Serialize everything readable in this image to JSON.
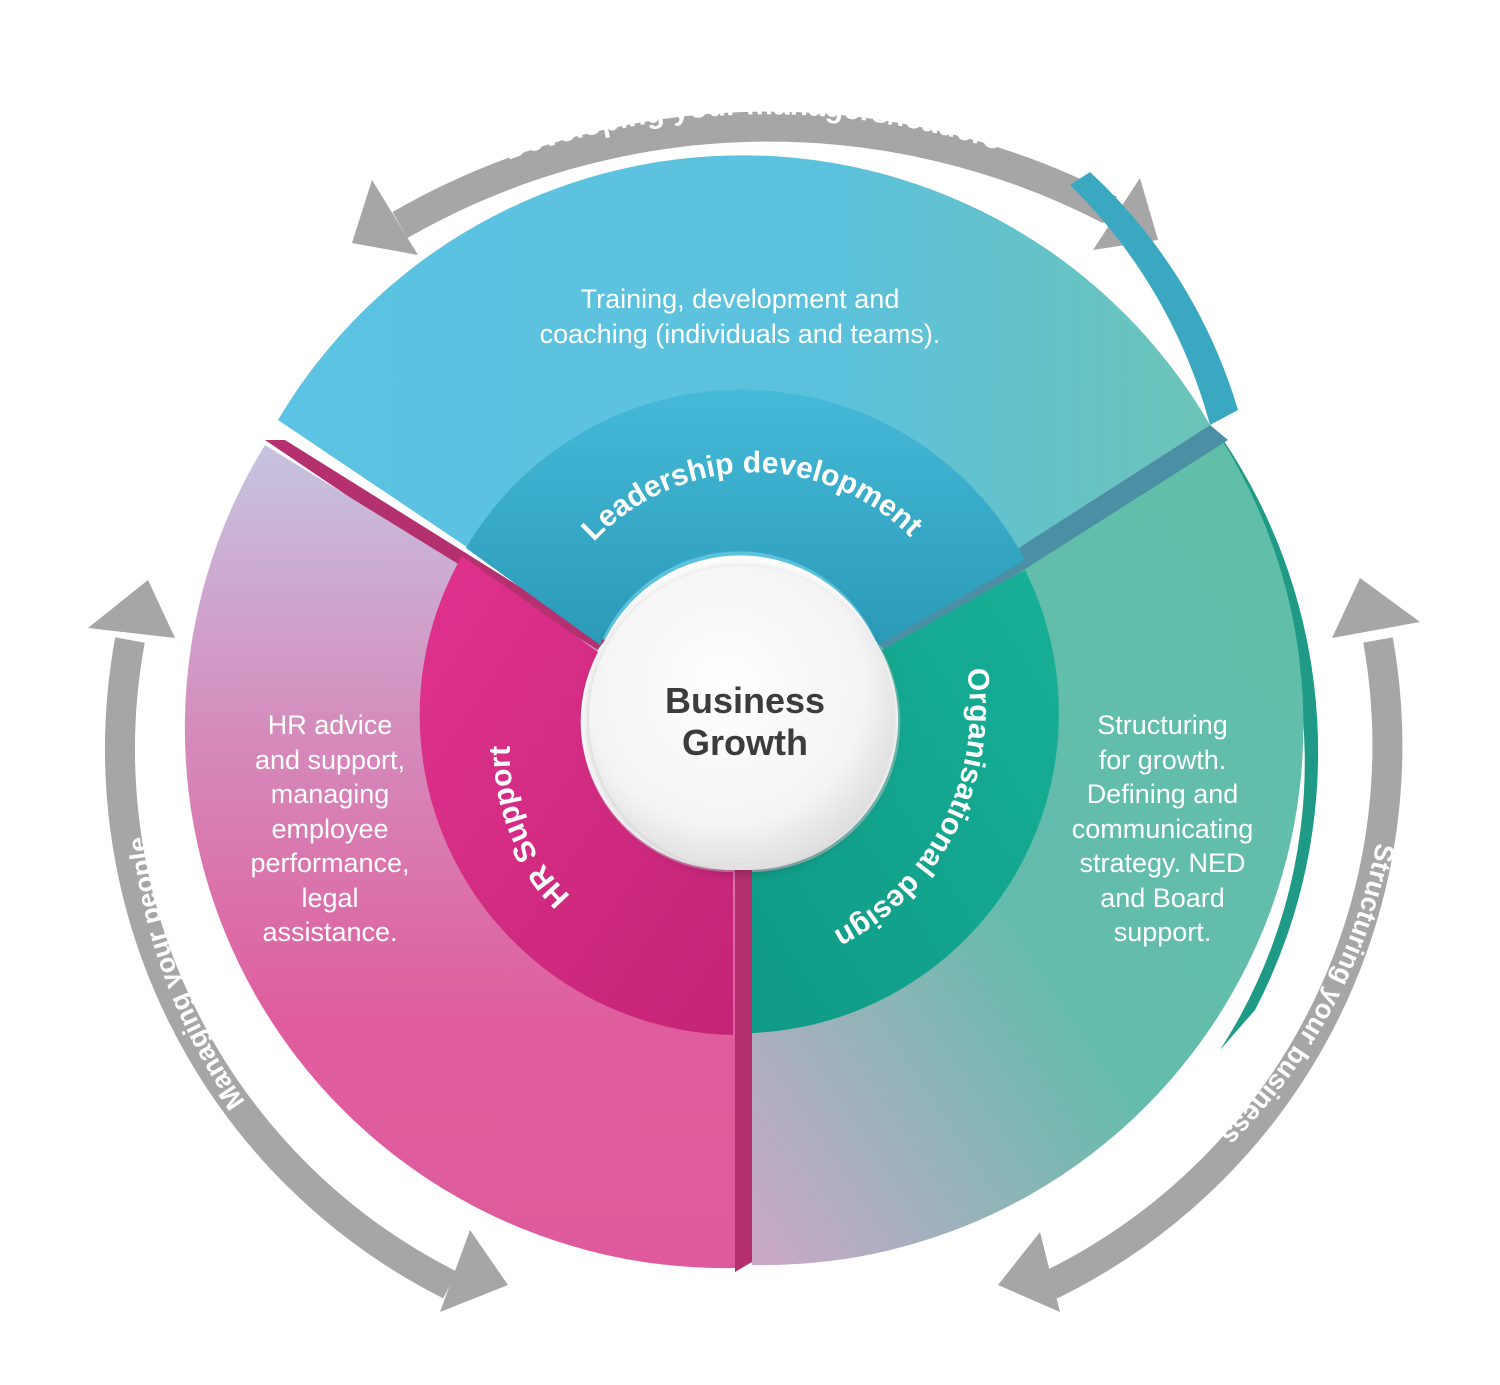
{
  "center": {
    "label": "Business\nGrowth"
  },
  "segments": {
    "leadership": {
      "title": "Leadership development",
      "description": "Training, development and\ncoaching (individuals and teams)."
    },
    "organisational": {
      "title": "Organisational design",
      "description": "Structuring\nfor growth.\nDefining and\ncommunicating\nstrategy. NED\nand Board\nsupport."
    },
    "hr": {
      "title": "HR Support",
      "description": "HR advice\nand support,\nmanaging\nemployee\nperformance,\nlegal\nassistance."
    }
  },
  "arrows": {
    "top": "Developing your managers/leaders",
    "left": "Managing your people",
    "right": "Structuring your business"
  },
  "colors": {
    "leadership": "#5bc2e0",
    "organisational": "#5fbca8",
    "hr": "#e0589c",
    "arrow": "#a6a6a6"
  }
}
